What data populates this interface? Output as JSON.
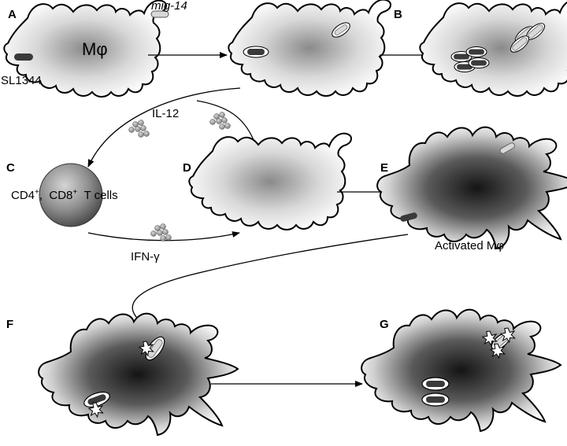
{
  "panels": {
    "A": "A",
    "B": "B",
    "C": "C",
    "D": "D",
    "E": "E",
    "F": "F",
    "G": "G"
  },
  "labels": {
    "mig14": "mig-14",
    "macrophage": "Mφ",
    "strain": "SL1344",
    "il12": "IL-12",
    "tcells_cd4": "CD4",
    "tcells_sup1": "+",
    "tcells_sep": ",",
    "tcells_cd8": "CD8",
    "tcells_sup2": "+",
    "tcells_rest": "T cells",
    "ifn": "IFN-γ",
    "activated": "Activated Mφ"
  },
  "colors": {
    "outline": "#000000",
    "cell_center": "#8a8a8a",
    "activated_center": "#141414",
    "bacterium_wildtype": "#3a3a3a",
    "bacterium_mutant": "#d8d8d8",
    "cytokine": "#9a9a9a"
  }
}
